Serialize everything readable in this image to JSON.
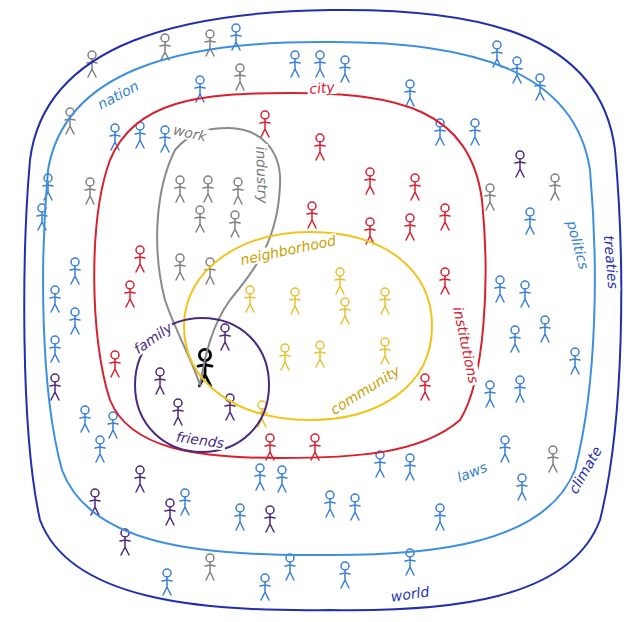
{
  "diagram": {
    "nodes": [
      {
        "text": [
          "world",
          "treaties",
          "climate"
        ]
      },
      {
        "text": [
          "nation",
          "politics",
          "laws"
        ],
        "in": 0
      },
      {
        "text": [
          "city",
          "institutions"
        ],
        "in": 1
      },
      {
        "text": [
          "work",
          "industry"
        ],
        "in": 2
      },
      {
        "text": [
          "neighborhood",
          "community"
        ],
        "in": 2
      },
      {
        "text": [
          "family",
          "friends"
        ],
        "in": 2
      }
    ]
  }
}
